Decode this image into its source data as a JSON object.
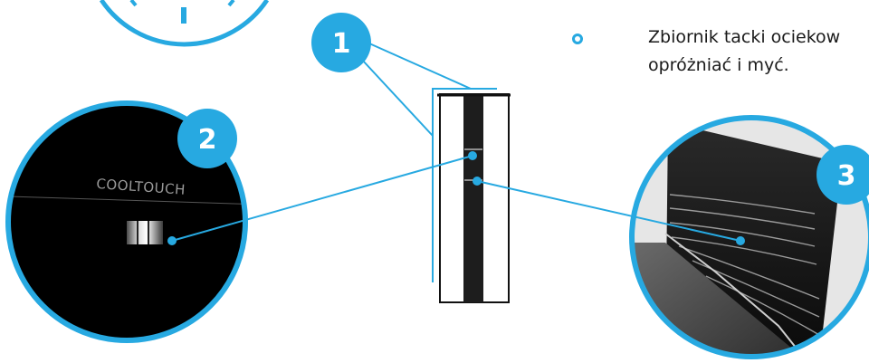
{
  "accent_color": "#27a9e1",
  "callouts": [
    {
      "number": "1",
      "label": "appliance-front-view"
    },
    {
      "number": "2",
      "label": "cooltouch-detail"
    },
    {
      "number": "3",
      "label": "drip-tray-detail"
    }
  ],
  "detail2_text_cool": "COOL",
  "detail2_text_touch": "TOUCH",
  "note_line1": "Zbiornik tacki ociekow",
  "note_line2": "opróżniać i myć."
}
